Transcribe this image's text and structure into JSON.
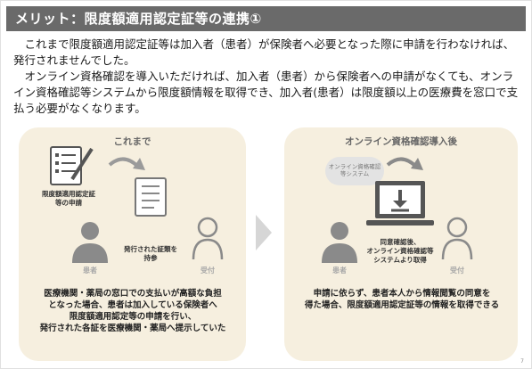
{
  "title": "メリット：限度額適用認定証等の連携①",
  "intro": {
    "p1": "これまで限度額適用認定証等は加入者（患者）が保険者へ必要となった際に申請を行わなければ、発行されませんでした。",
    "p2": "オンライン資格確認を導入いただければ、加入者（患者）から保険者への申請がなくても、オンライン資格確認等システムから限度額情報を取得でき、加入者(患者）は限度額以上の医療費を窓口で支払う必要がなくなります。"
  },
  "left_panel": {
    "heading": "これまで",
    "application_label_1": "限度額適用認定証",
    "application_label_2": "等の申請",
    "issued_label_1": "発行された証類を",
    "issued_label_2": "持参",
    "patient": "患者",
    "reception": "受付",
    "desc_1": "医療機関・薬局の窓口での支払いが高額な負担",
    "desc_2": "となった場合、患者は加入している保険者へ",
    "desc_3": "限度額適用認定等の申請を行い、",
    "desc_4": "発行された各証を医療機関・薬局へ提示していた"
  },
  "right_panel": {
    "heading": "オンライン資格確認導入後",
    "cloud_1": "オンライン資格確認",
    "cloud_2": "等システム",
    "obtain_1": "同意確認後、",
    "obtain_2": "オンライン資格確認等",
    "obtain_3": "システムより取得",
    "patient": "患者",
    "reception": "受付",
    "desc_1": "申請に依らず、患者本人から情報閲覧の同意を",
    "desc_2": "得た場合、限度額適用認定証等の情報を取得できる"
  },
  "page_number": "7",
  "colors": {
    "title_bg": "#6a6a6a",
    "panel_bg": "#f6efdf",
    "icon_gray": "#8a8a8a",
    "role_gray": "#a8a8a8"
  }
}
